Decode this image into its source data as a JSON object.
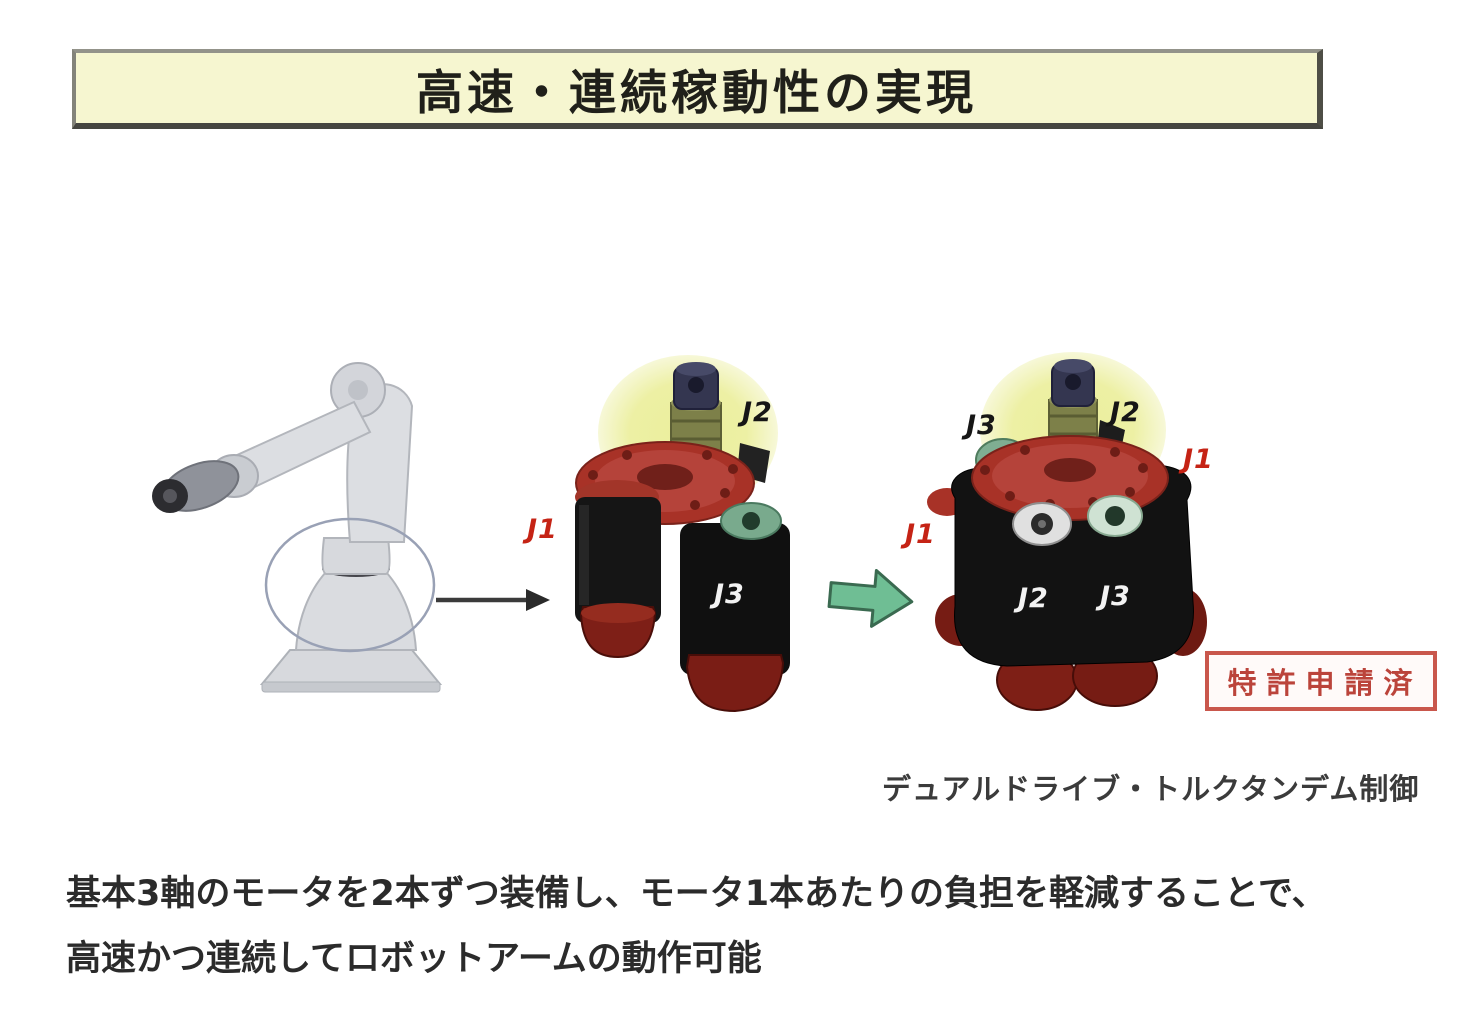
{
  "colors": {
    "banner_bg": "#f6f6d0",
    "accent_red": "#c0392b",
    "label_red": "#c52315",
    "arrow_green": "#6fbe94",
    "glow_yellow": "#edf0a4"
  },
  "icons": {
    "transition_arrow": "black-arrow-right",
    "merge_arrow": "green-block-arrow-right"
  },
  "title": {
    "text": "高速・連続稼動性の実現"
  },
  "figure": {
    "middle_unit": {
      "j1": "J1",
      "j2": "J2",
      "j3": "J3"
    },
    "tandem_unit": {
      "j3_top": "J3",
      "j2_top": "J2",
      "j1_right": "J1",
      "j1_left": "J1",
      "j2_body": "J2",
      "j3_body": "J3"
    },
    "patent_badge": "特許申請済",
    "caption": "デュアルドライブ・トルクタンデム制御"
  },
  "description": {
    "line1": "基本3軸のモータを2本ずつ装備し、モータ1本あたりの負担を軽減することで、",
    "line2": "高速かつ連続してロボットアームの動作可能"
  }
}
